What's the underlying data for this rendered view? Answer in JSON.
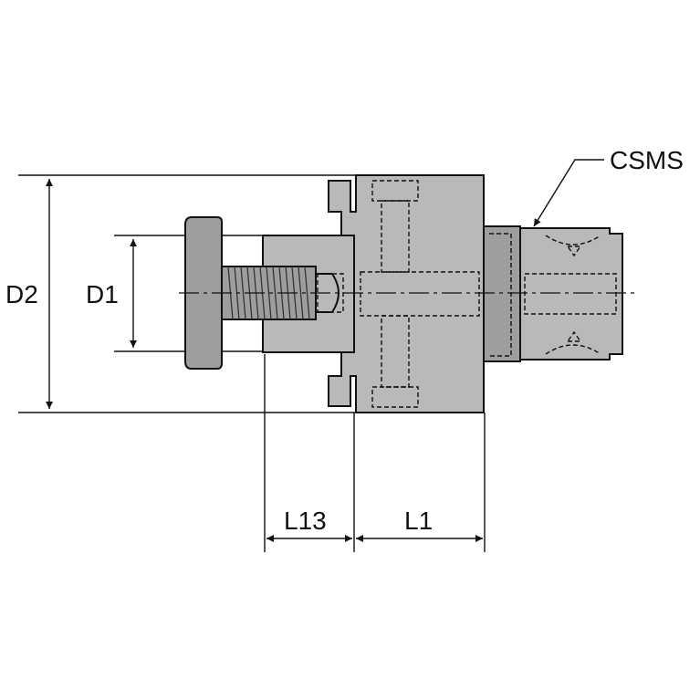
{
  "labels": {
    "d2": "D2",
    "d1": "D1",
    "l13": "L13",
    "l1": "L1",
    "csms": "CSMS"
  }
}
